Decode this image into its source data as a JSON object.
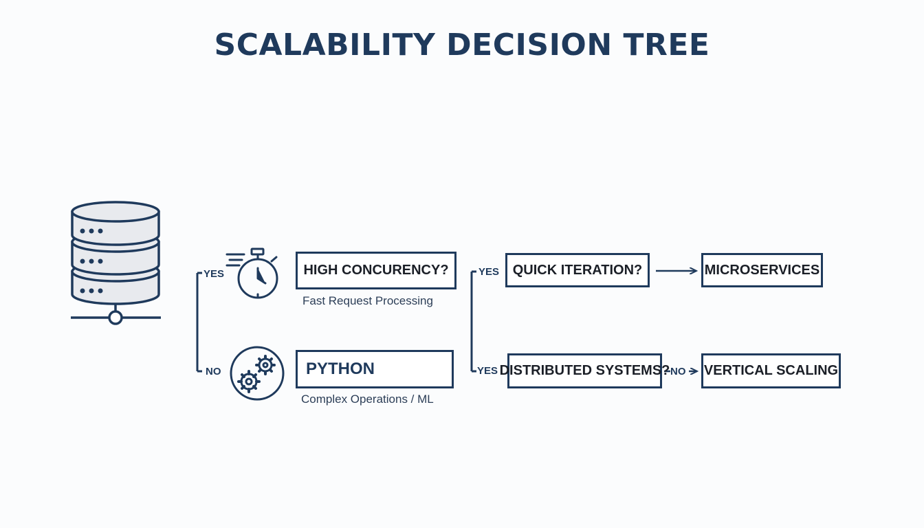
{
  "title": "SCALABILITY DECISION TREE",
  "nodes": {
    "high_concurrency": "HIGH CONCURENCY?",
    "python": "PYTHON",
    "quick_iteration": "QUICK ITERATION?",
    "distributed_systems": "DISTRIBUTED SYSTEMS?",
    "microservices": "MICROSERVICES",
    "vertical_scaling": "VERTICAL SCALING"
  },
  "captions": {
    "fast_request": "Fast Request Processing",
    "complex_ops": "Complex Operations / ML"
  },
  "edges": {
    "yes_top": "YES",
    "no_bottom": "NO",
    "yes_quick": "YES",
    "yes_distributed": "YES",
    "no_vertical": "NO"
  },
  "icons": [
    "database-server-icon",
    "stopwatch-icon",
    "gears-icon"
  ],
  "colors": {
    "primary": "#1f3a5c",
    "background": "#fbfcfd",
    "box_text": "#1b1f27"
  }
}
